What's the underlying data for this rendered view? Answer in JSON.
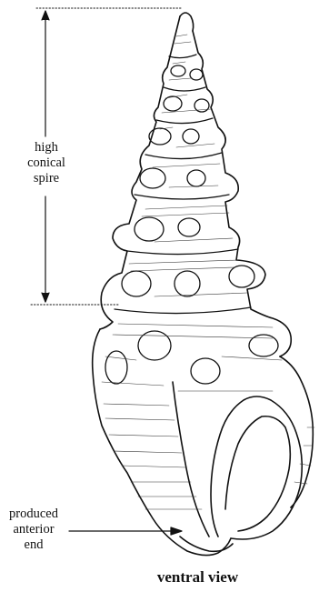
{
  "labels": {
    "spire_line1": "high",
    "spire_line2": "conical",
    "spire_line3": "spire",
    "anterior_line1": "produced",
    "anterior_line2": "anterior",
    "anterior_line3": "end"
  },
  "caption": "ventral view",
  "colors": {
    "ink": "#111111",
    "background": "#ffffff"
  }
}
